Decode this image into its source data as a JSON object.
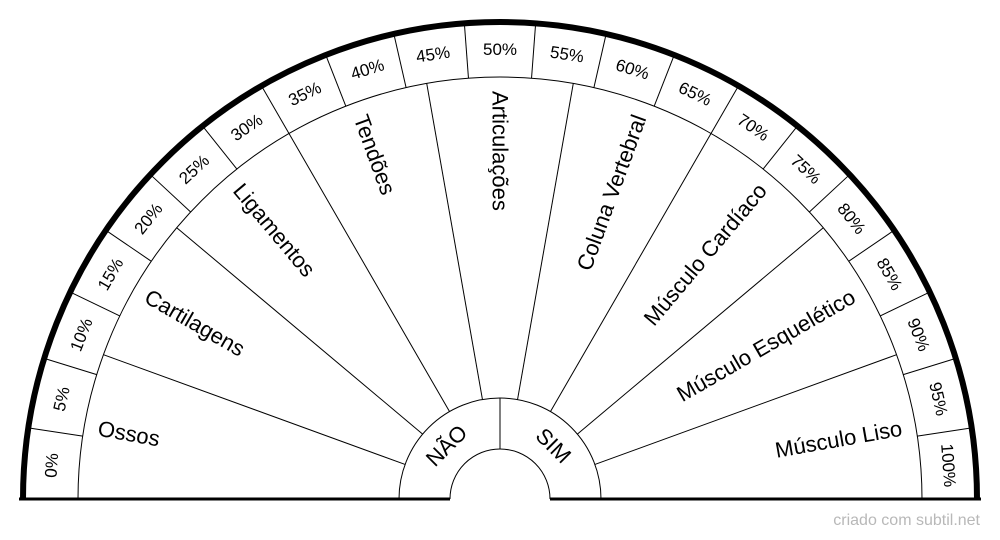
{
  "pendulum": {
    "percent_labels": [
      "0%",
      "5%",
      "10%",
      "15%",
      "20%",
      "25%",
      "30%",
      "35%",
      "40%",
      "45%",
      "50%",
      "55%",
      "60%",
      "65%",
      "70%",
      "75%",
      "80%",
      "85%",
      "90%",
      "95%",
      "100%"
    ],
    "sectors": [
      "Ossos",
      "Cartilagens",
      "Ligamentos",
      "Tendões",
      "Articulações",
      "Coluna Vertebral",
      "Músculo Cardíaco",
      "Músculo Esquelético",
      "Músculo Liso"
    ],
    "hub": {
      "left": "NÃO",
      "right": "SIM"
    },
    "colors": {
      "ink": "#000000",
      "background": "#ffffff",
      "credit": "#b8b8b8"
    }
  },
  "footer": {
    "credit": "criado com subtil.net"
  }
}
